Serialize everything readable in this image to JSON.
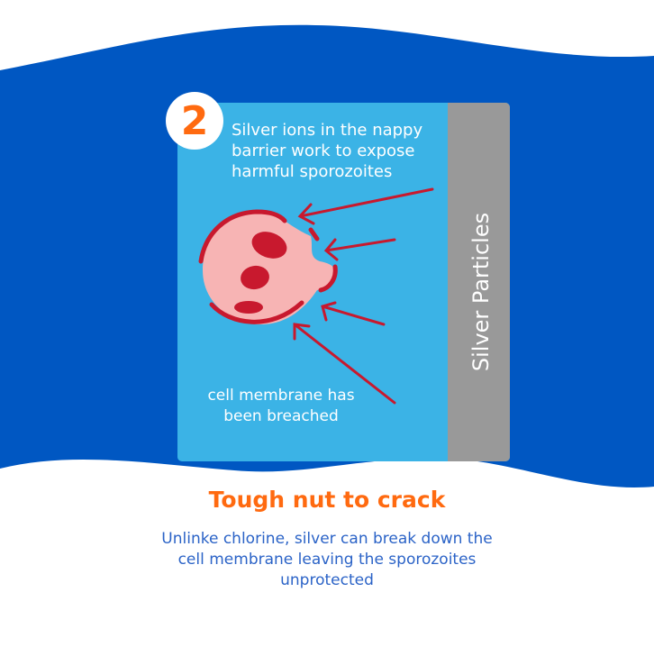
{
  "colors": {
    "band": "#0057c2",
    "card": "#3bb3e6",
    "strip": "#999999",
    "accent": "#ff6a10",
    "cell": "#f7b4b4",
    "membrane": "#c8192e",
    "body_text": "#2b63c7"
  },
  "step_number": "2",
  "card": {
    "top_text": "Silver ions in the nappy barrier work to expose harmful sporozoites",
    "bottom_text": "cell membrane has been breached",
    "strip_label": "Silver Particles"
  },
  "title": "Tough nut to crack",
  "description": "Unlinke chlorine, silver can break down the cell membrane leaving the sporozoites unprotected"
}
